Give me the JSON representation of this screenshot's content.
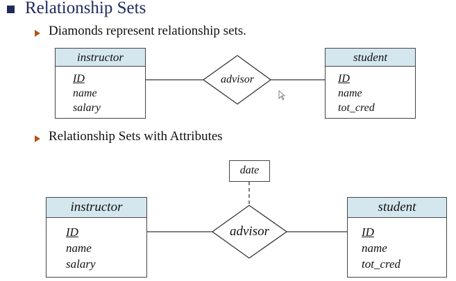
{
  "slide": {
    "title": "Relationship Sets",
    "bullets": [
      "Diamonds represent relationship sets.",
      "Relationship Sets with Attributes"
    ]
  },
  "diagram1": {
    "left_entity": {
      "name": "instructor",
      "attributes": [
        "ID",
        "name",
        "salary"
      ]
    },
    "relationship": "advisor",
    "right_entity": {
      "name": "student",
      "attributes": [
        "ID",
        "name",
        "tot_cred"
      ]
    }
  },
  "diagram2": {
    "left_entity": {
      "name": "instructor",
      "attributes": [
        "ID",
        "name",
        "salary"
      ]
    },
    "relationship": "advisor",
    "relationship_attribute": "date",
    "right_entity": {
      "name": "student",
      "attributes": [
        "ID",
        "name",
        "tot_cred"
      ]
    }
  },
  "colors": {
    "title": "#1f2a5c",
    "arrow_bullet": "#b0551b",
    "entity_header": "#d5e7ee"
  }
}
